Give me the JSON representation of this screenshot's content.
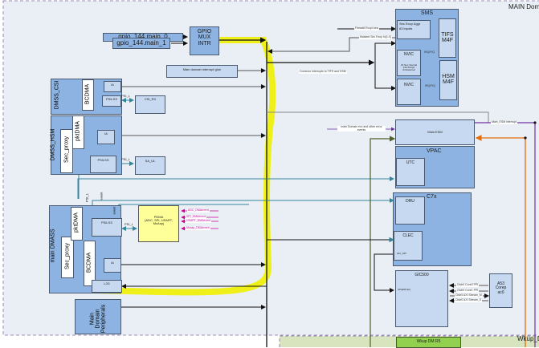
{
  "domains": {
    "main": "MAIN Domain",
    "wkup": "Wkup_D"
  },
  "blocks": {
    "gpio_main_0": "gpio_144.main_0",
    "gpio_main_1": "gpio_144.main_1",
    "gpio_mux": "GPIO\nMUX\nINTR",
    "main_glue": "Main domain interrupt glue",
    "dmss_csi": {
      "title": "DMSS_CSI",
      "bcdma": "BCDMA",
      "ia": "IA",
      "psilss": "PSILSS",
      "psi_l": "PSI_L",
      "csi_rx": "CSI_RX"
    },
    "dmss_hsm": {
      "title": "DMSS_HSM",
      "sec_proxy": "Sec_proxy",
      "pktdma": "pktDMA",
      "ia": "IA",
      "psilss": "PSILSS",
      "psi_l": "PSI_L",
      "sa_ul": "SA_UL"
    },
    "main_dmass": {
      "title": "main DMASS",
      "sec_proxy": "Sec_proxy",
      "pktdma": "pktDMA",
      "bcdma": "BCDMA",
      "psilss": "PSILSS",
      "ia": "IA",
      "l2g": "L2G",
      "psi_l": "PSI_L",
      "psi_l_vertical": "PSI_L",
      "event1": "event",
      "event2": "event"
    },
    "pdma": {
      "title": "PDMA",
      "sub": "(ADC, SPI, USART, McAsp)"
    },
    "pdma_events": [
      "ADC_DMAevent",
      "SPI_DMAevent",
      "USART_DMAevent",
      "Mcasp_DMAevent"
    ],
    "main_peripherals": "Main\nDomain\nPeripherals",
    "sms": {
      "title": "SMS",
      "sec_exp_aggr": "Sec Excp Aggr",
      "sec_exp_inputs": "63 inputs",
      "tifs": "TIFS\nM4F",
      "nvic1": "NVIC",
      "nvic_note": "16 Sec internal\n144 Periph\n64 External",
      "nvic2": "NVIC",
      "hsm": "HSM\nM4F",
      "irq1": "IRQ/FIQ",
      "irq2": "IRQ/FIQ"
    },
    "main_esm": "Main ESM",
    "vpac": {
      "title": "VPAC",
      "utc": "UTC"
    },
    "c7x": {
      "title": "C7x",
      "dru": "DRU",
      "clec": "CLEC",
      "gic_spi": "GIC_SPI"
    },
    "gic500": {
      "title": "GIC500",
      "spi": "SPI[255:32]"
    },
    "a53": "A53\nCorep\nac0",
    "wkup_r5": "Wkup DM R5"
  },
  "signals": {
    "firewall": "Firewall Excpt ions",
    "masked": "Masked Sec Excp In[1:0]",
    "common": "Common interrupts to TIFS and HSM",
    "esm_events": "main Domain ecc and other error events",
    "main_esm_int": "Main_ESM interrupt",
    "a53_sigs": [
      "Clstr0 Core0 PPI",
      "Clstr0 Core1 PPI",
      "Clstr0 AXI Stream_M",
      "Clstr0 AXI Stream_S"
    ]
  },
  "colors": {
    "highlight": "#f0f000",
    "teal": "#31859c",
    "olive": "#4f6228",
    "orange": "#e46c0a",
    "purple": "#7030a0",
    "magenta": "#cc0099",
    "box_dark": "#8db3e2",
    "box_light": "#c6d9f0"
  }
}
